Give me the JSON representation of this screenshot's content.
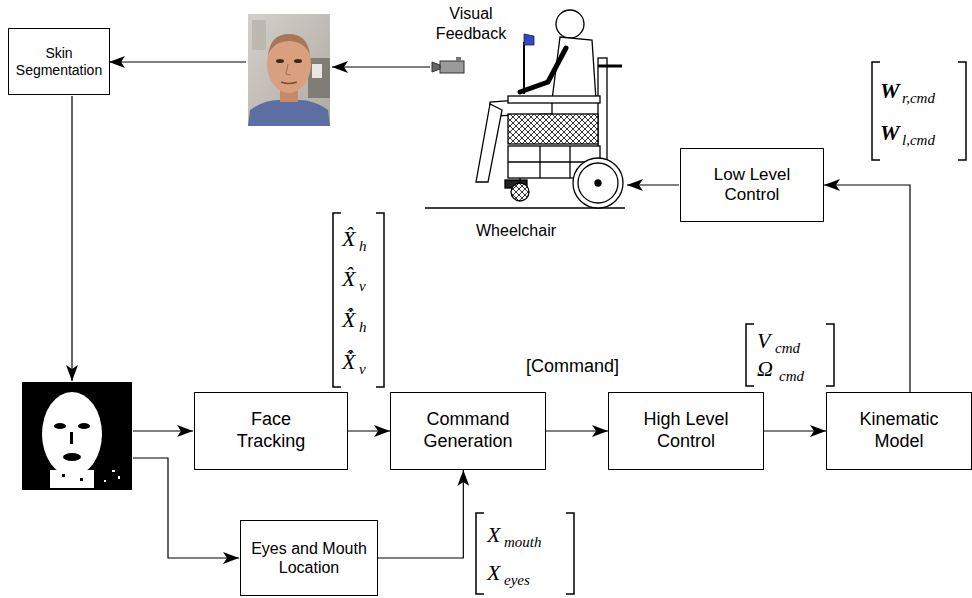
{
  "diagram": {
    "nodes": [
      {
        "text": [
          "Skin Segmentation"
        ]
      },
      {
        "text": [
          "Low Level Control"
        ]
      },
      {
        "text": [
          "Face Tracking"
        ]
      },
      {
        "text": [
          "Command Generation"
        ]
      },
      {
        "text": [
          "High Level Control"
        ]
      },
      {
        "text": [
          "Kinematic Model"
        ]
      },
      {
        "text": [
          "Eyes and Mouth Location"
        ]
      }
    ],
    "edges": [
      {
        "from": 2,
        "to": 3,
        "arrow": "to"
      },
      {
        "from": 6,
        "to": 3,
        "arrow": "to"
      },
      {
        "from": 3,
        "to": 4,
        "arrow": "to"
      },
      {
        "from": 4,
        "to": 5,
        "arrow": "to"
      },
      {
        "from": 5,
        "to": 1,
        "arrow": "to"
      }
    ],
    "labels": [
      "Visual Feedback",
      "W",
      "r,cmd",
      "W",
      "l,cmd",
      "Wheelchair",
      "X̂",
      "h",
      "X̂",
      "v",
      "X̂̇",
      "h",
      "X̂̇",
      "v",
      "[Command]",
      "V",
      "cmd",
      "Ω",
      "cmd",
      "X",
      "mouth",
      "X",
      "eyes"
    ]
  }
}
